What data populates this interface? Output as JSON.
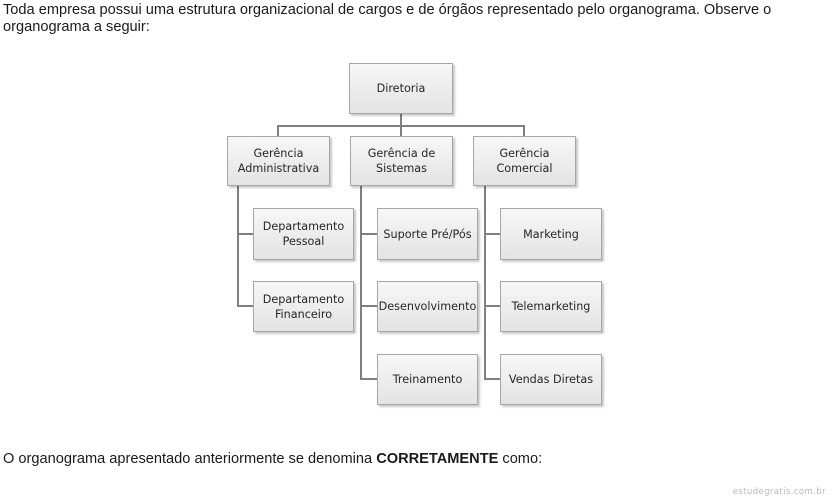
{
  "text": {
    "intro": "Toda empresa possui uma estrutura organizacional de cargos e de órgãos representado pelo organograma. Observe o organograma a seguir:",
    "question_before": "O organograma apresentado anteriormente se denomina ",
    "question_bold": "CORRETAMENTE",
    "question_after": " como:",
    "watermark": "estudegratis.com.br"
  },
  "org_chart": {
    "root": "Diretoria",
    "branches": [
      {
        "label": "Gerência Administrativa",
        "children": [
          "Departamento Pessoal",
          "Departamento Financeiro"
        ]
      },
      {
        "label": "Gerência de Sistemas",
        "children": [
          "Suporte Pré/Pós",
          "Desenvolvimento",
          "Treinamento"
        ]
      },
      {
        "label": "Gerência Comercial",
        "children": [
          "Marketing",
          "Telemarketing",
          "Vendas Diretas"
        ]
      }
    ]
  }
}
